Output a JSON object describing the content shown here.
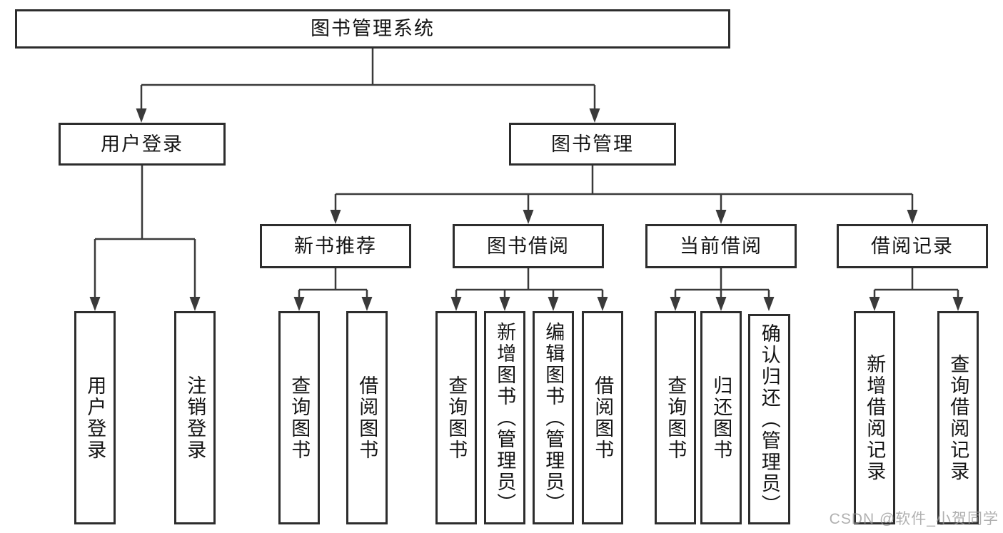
{
  "diagram": {
    "root": {
      "label": "图书管理系统"
    },
    "level2": [
      {
        "label": "用户登录"
      },
      {
        "label": "图书管理"
      }
    ],
    "level3": [
      {
        "label": "新书推荐"
      },
      {
        "label": "图书借阅"
      },
      {
        "label": "当前借阅"
      },
      {
        "label": "借阅记录"
      }
    ],
    "leaves": {
      "user": [
        {
          "label": "用户登录"
        },
        {
          "label": "注销登录"
        }
      ],
      "recommend": [
        {
          "label": "查询图书"
        },
        {
          "label": "借阅图书"
        }
      ],
      "borrowing": [
        {
          "label": "查询图书"
        },
        {
          "label": "新增图书（管理员）"
        },
        {
          "label": "编辑图书（管理员）"
        },
        {
          "label": "借阅图书"
        }
      ],
      "current": [
        {
          "label": "查询图书"
        },
        {
          "label": "归还图书"
        },
        {
          "label": "确认归还（管理员）"
        }
      ],
      "records": [
        {
          "label": "新增借阅记录"
        },
        {
          "label": "查询借阅记录"
        }
      ]
    },
    "watermark": "CSDN @软件_小贺同学",
    "colors": {
      "line": "#3a3a3a",
      "border": "#2d2d2d",
      "text": "#141414",
      "watermark": "#969696"
    }
  }
}
